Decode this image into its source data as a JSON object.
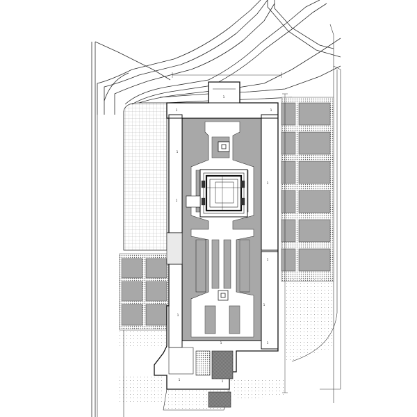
{
  "drawing": {
    "type": "architectural site plan",
    "colors": {
      "line": "#1a1a1a",
      "hatch": "#8a8a8a",
      "fill_dark": "#7a7a7a",
      "background": "#ffffff"
    },
    "room_numbers": [
      "1",
      "1",
      "1",
      "1",
      "1",
      "1",
      "1",
      "1",
      "1",
      "1",
      "1",
      "1",
      "1"
    ]
  }
}
